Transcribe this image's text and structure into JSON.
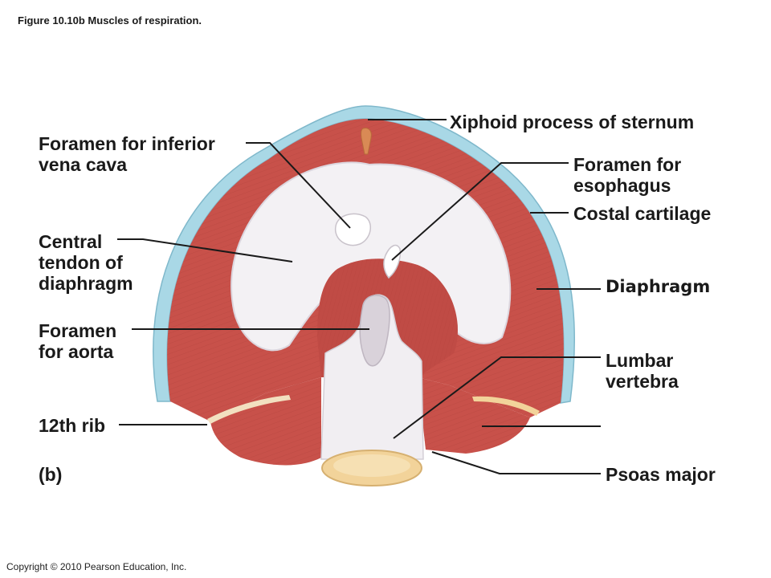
{
  "caption": "Figure 10.10b  Muscles of respiration.",
  "copyright": "Copyright © 2010 Pearson Education, Inc.",
  "panel_letter": "(b)",
  "labels": {
    "xiphoid": "Xiphoid process of sternum",
    "ivc_line1": "Foramen for inferior",
    "ivc_line2": "vena cava",
    "esoph_line1": "Foramen for",
    "esoph_line2": "esophagus",
    "costal": "Costal cartilage",
    "central_line1": "Central",
    "central_line2": "tendon of",
    "central_line3": "diaphragm",
    "diaphragm": "Diaphragm",
    "aorta_line1": "Foramen",
    "aorta_line2": "for aorta",
    "lumbar_line1": "Lumbar",
    "lumbar_line2": "vertebra",
    "rib12": "12th rib",
    "psoas": "Psoas major"
  },
  "colors": {
    "muscle": "#c8514a",
    "muscle_dark": "#a83a35",
    "muscle_light": "#e0857a",
    "tendon": "#f3f1f4",
    "cartilage": "#a9d8e6",
    "bone": "#f2d39a"
  }
}
